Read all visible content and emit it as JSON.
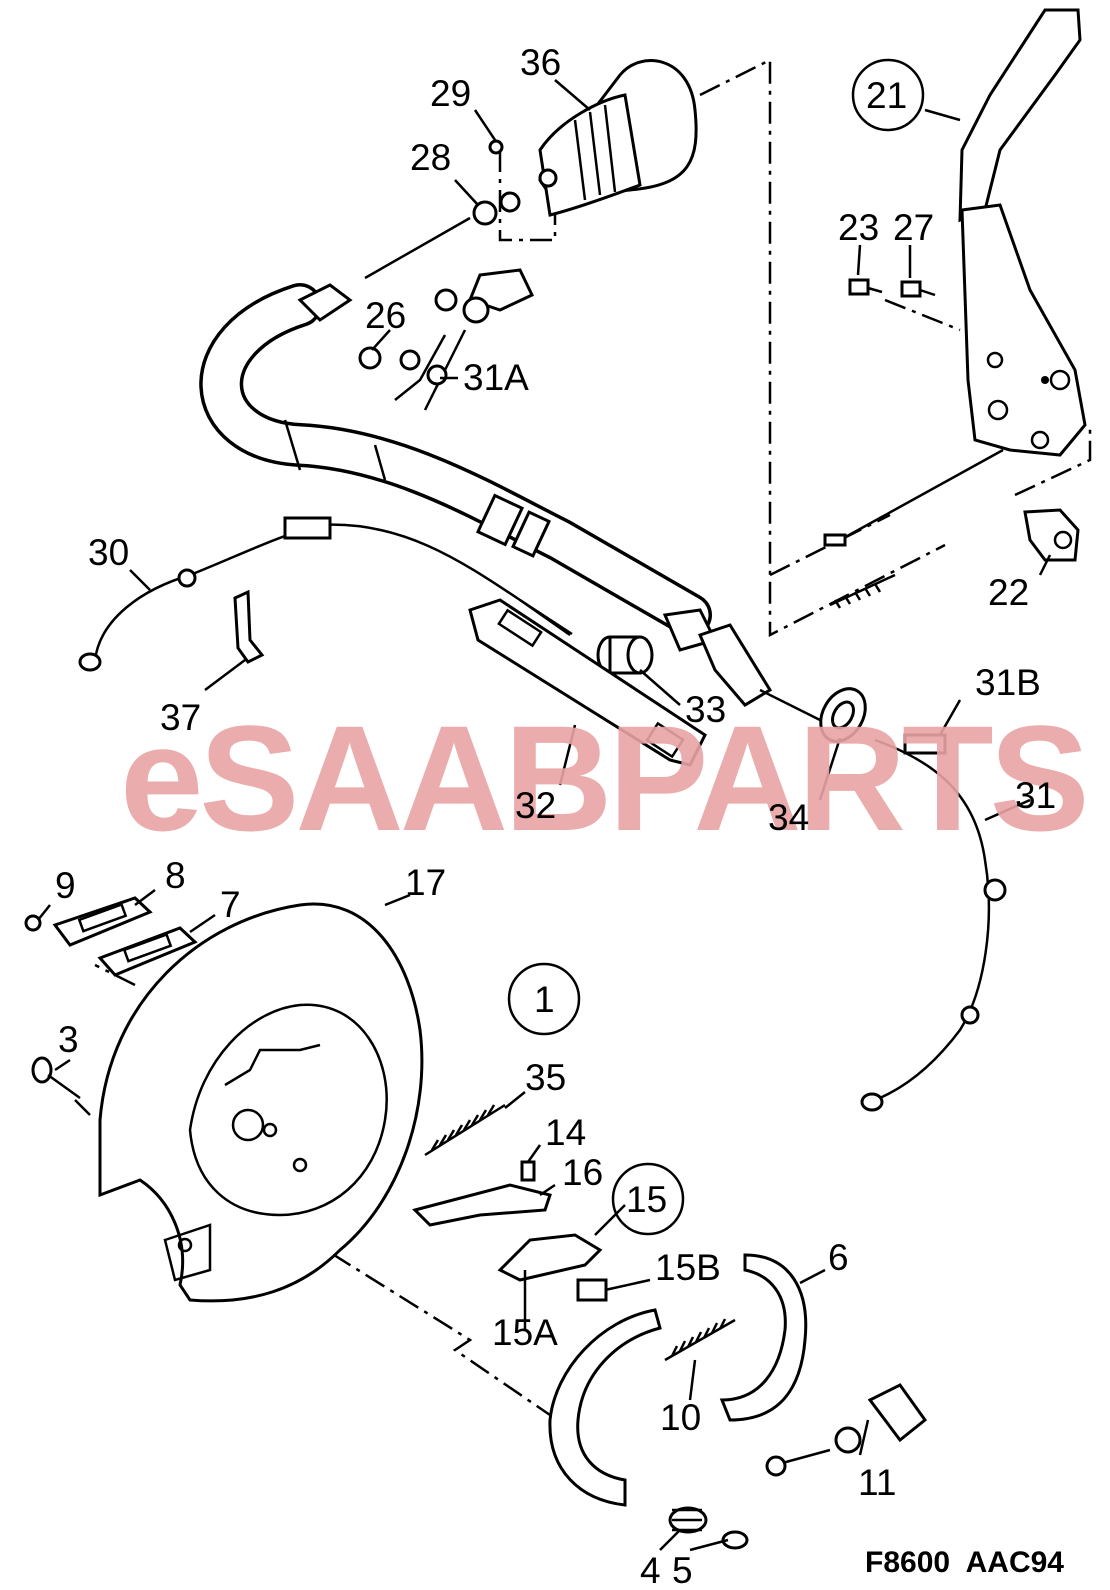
{
  "watermark": {
    "text": "eSAABPARTS",
    "color": "#e8a3a3"
  },
  "figure_code": "F8600  AAC94",
  "callouts": [
    {
      "id": "36",
      "label": "36"
    },
    {
      "id": "29",
      "label": "29"
    },
    {
      "id": "28",
      "label": "28"
    },
    {
      "id": "21",
      "label": "21",
      "circled": true
    },
    {
      "id": "23",
      "label": "23"
    },
    {
      "id": "27",
      "label": "27"
    },
    {
      "id": "26",
      "label": "26"
    },
    {
      "id": "31A",
      "label": "31A"
    },
    {
      "id": "22",
      "label": "22"
    },
    {
      "id": "30",
      "label": "30"
    },
    {
      "id": "37",
      "label": "37"
    },
    {
      "id": "33",
      "label": "33"
    },
    {
      "id": "31B",
      "label": "31B"
    },
    {
      "id": "32",
      "label": "32"
    },
    {
      "id": "34",
      "label": "34"
    },
    {
      "id": "31",
      "label": "31"
    },
    {
      "id": "9",
      "label": "9"
    },
    {
      "id": "8",
      "label": "8"
    },
    {
      "id": "7",
      "label": "7"
    },
    {
      "id": "17",
      "label": "17"
    },
    {
      "id": "1",
      "label": "1",
      "circled": true
    },
    {
      "id": "3",
      "label": "3"
    },
    {
      "id": "35",
      "label": "35"
    },
    {
      "id": "14",
      "label": "14"
    },
    {
      "id": "16",
      "label": "16"
    },
    {
      "id": "15",
      "label": "15",
      "circled": true
    },
    {
      "id": "6",
      "label": "6"
    },
    {
      "id": "15B",
      "label": "15B"
    },
    {
      "id": "15A",
      "label": "15A"
    },
    {
      "id": "10",
      "label": "10"
    },
    {
      "id": "11",
      "label": "11"
    },
    {
      "id": "4",
      "label": "4"
    },
    {
      "id": "5",
      "label": "5"
    }
  ]
}
